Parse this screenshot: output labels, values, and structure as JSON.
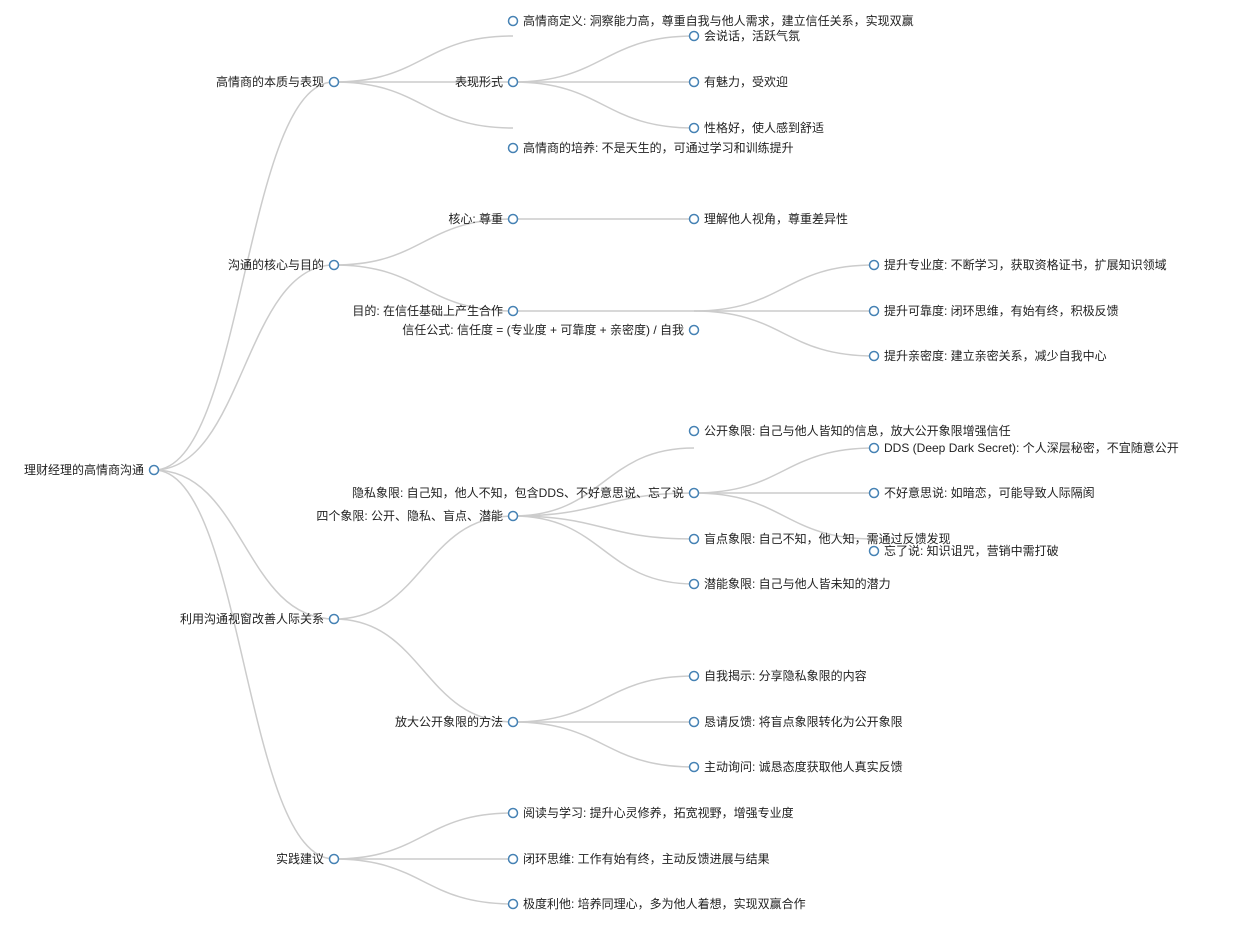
{
  "colors": {
    "node_stroke": "#4682b4",
    "link": "#cccccc"
  },
  "tree": {
    "root": "理财经理的高情商沟通",
    "a": "高情商的本质与表现",
    "a1": "高情商定义: 洞察能力高，尊重自我与他人需求，建立信任关系，实现双赢",
    "a2": "表现形式",
    "a2a": "会说话，活跃气氛",
    "a2b": "有魅力，受欢迎",
    "a2c": "性格好，使人感到舒适",
    "a3": "高情商的培养: 不是天生的，可通过学习和训练提升",
    "b": "沟通的核心与目的",
    "b1": "核心: 尊重",
    "b1a": "理解他人视角，尊重差异性",
    "b2": "目的: 在信任基础上产生合作",
    "b2f": "信任公式: 信任度 = (专业度 + 可靠度 + 亲密度) / 自我",
    "b2a": "提升专业度: 不断学习，获取资格证书，扩展知识领域",
    "b2b": "提升可靠度: 闭环思维，有始有终，积极反馈",
    "b2c": "提升亲密度: 建立亲密关系，减少自我中心",
    "c": "利用沟通视窗改善人际关系",
    "c1": "四个象限: 公开、隐私、盲点、潜能",
    "c1a": "公开象限: 自己与他人皆知的信息，放大公开象限增强信任",
    "c1b": "隐私象限: 自己知，他人不知，包含DDS、不好意思说、忘了说",
    "c1b1": "DDS (Deep Dark Secret): 个人深层秘密，不宜随意公开",
    "c1b2": "不好意思说: 如暗恋，可能导致人际隔阂",
    "c1b3": "忘了说: 知识诅咒，营销中需打破",
    "c1c": "盲点象限: 自己不知，他人知，需通过反馈发现",
    "c1d": "潜能象限: 自己与他人皆未知的潜力",
    "c2": "放大公开象限的方法",
    "c2a": "自我揭示: 分享隐私象限的内容",
    "c2b": "恳请反馈: 将盲点象限转化为公开象限",
    "c2c": "主动询问: 诚恳态度获取他人真实反馈",
    "d": "实践建议",
    "d1": "阅读与学习: 提升心灵修养，拓宽视野，增强专业度",
    "d2": "闭环思维: 工作有始有终，主动反馈进展与结果",
    "d3": "极度利他: 培养同理心，多为他人着想，实现双赢合作"
  }
}
